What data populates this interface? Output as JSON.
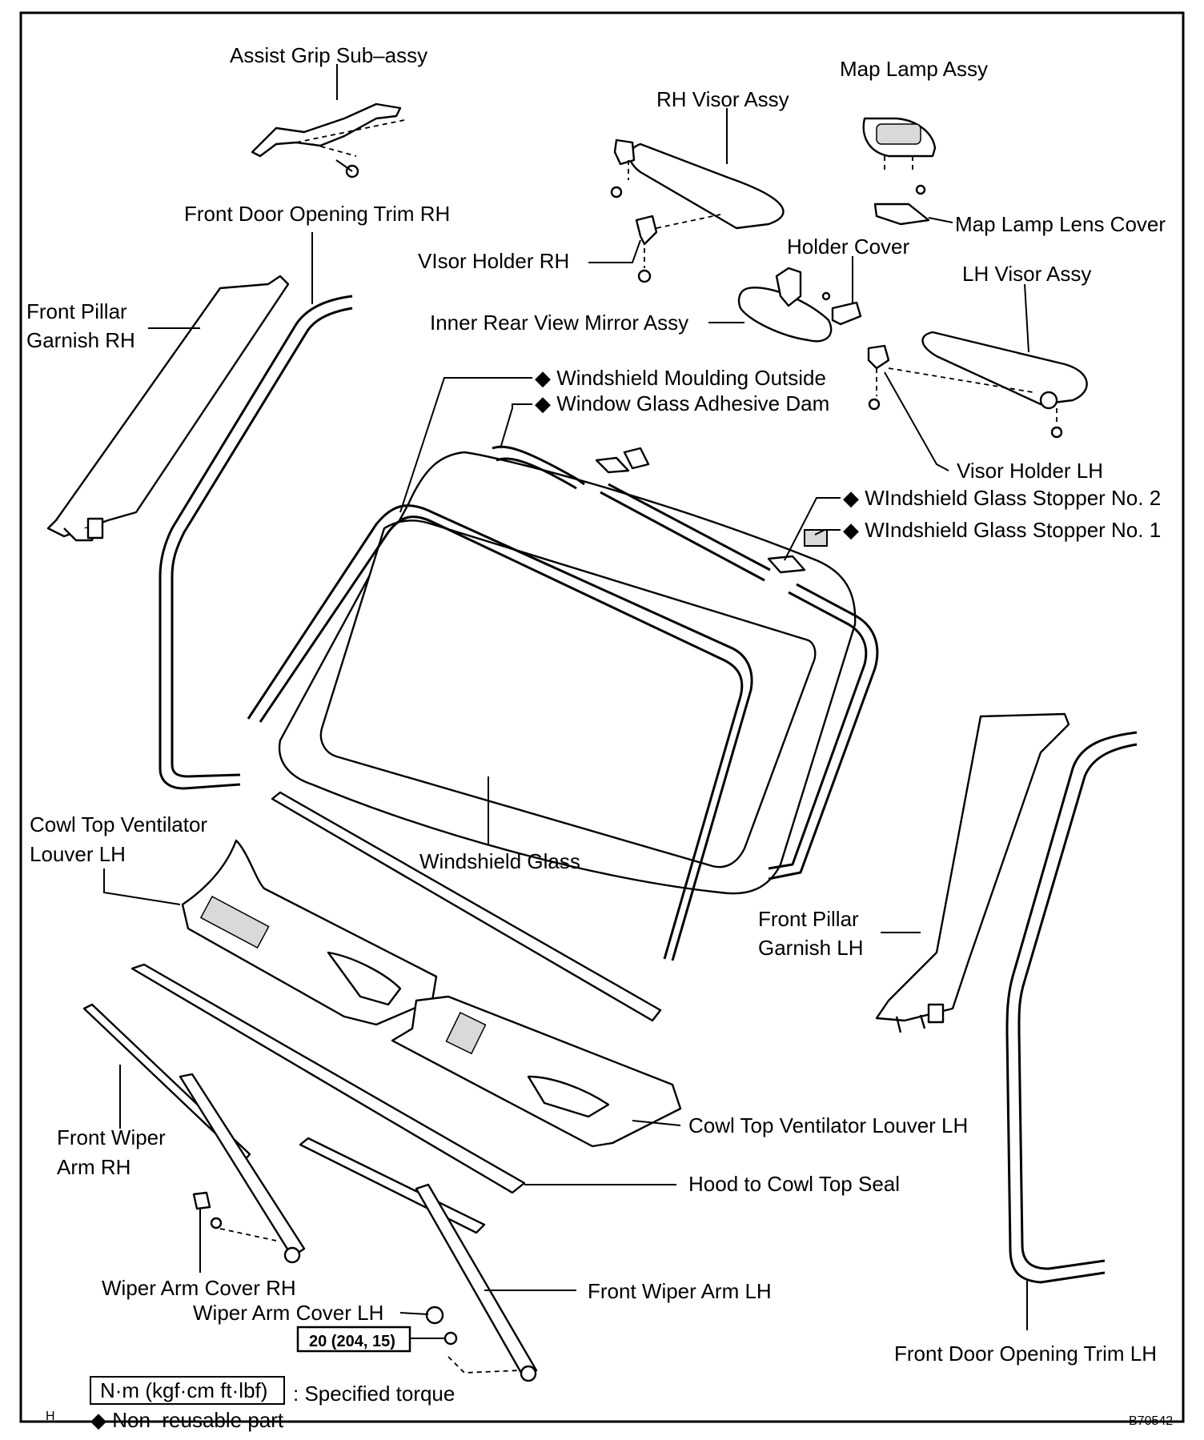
{
  "labels": {
    "assist_grip": "Assist Grip Sub–assy",
    "front_door_trim_rh": "Front Door Opening Trim RH",
    "front_pillar_rh_1": "Front Pillar",
    "front_pillar_rh_2": "Garnish RH",
    "rh_visor": "RH Visor Assy",
    "visor_holder_rh": "VIsor Holder RH",
    "map_lamp": "Map Lamp Assy",
    "map_lamp_lens": "Map Lamp Lens Cover",
    "holder_cover": "Holder Cover",
    "lh_visor": "LH Visor Assy",
    "inner_mirror": "Inner Rear View Mirror Assy",
    "moulding_outside": "◆ Windshield Moulding Outside",
    "adhesive_dam": "◆ Window Glass Adhesive Dam",
    "visor_holder_lh": "Visor Holder LH",
    "stopper_2": "◆ WIndshield Glass Stopper No. 2",
    "stopper_1": "◆ WIndshield Glass Stopper No. 1",
    "cowl_louver_lh_top_1": "Cowl Top Ventilator",
    "cowl_louver_lh_top_2": "Louver LH",
    "windshield_glass": "Windshield Glass",
    "front_pillar_lh_1": "Front Pillar",
    "front_pillar_lh_2": "Garnish LH",
    "cowl_louver_lh": "Cowl Top Ventilator Louver LH",
    "front_wiper_rh_1": "Front Wiper",
    "front_wiper_rh_2": "Arm RH",
    "hood_seal": "Hood to Cowl Top Seal",
    "wiper_cover_rh": "Wiper Arm Cover RH",
    "front_wiper_lh": "Front Wiper Arm LH",
    "wiper_cover_lh": "Wiper Arm Cover LH",
    "torque_value": "20 (204, 15)",
    "front_door_trim_lh": "Front Door Opening Trim LH"
  },
  "legend": {
    "torque_box": "N·m (kgf·cm ft·lbf)",
    "torque_text": ": Specified torque",
    "nonreusable": "◆ Non–reusable part"
  },
  "corner": {
    "left": "H",
    "figure_id": "B70542"
  }
}
